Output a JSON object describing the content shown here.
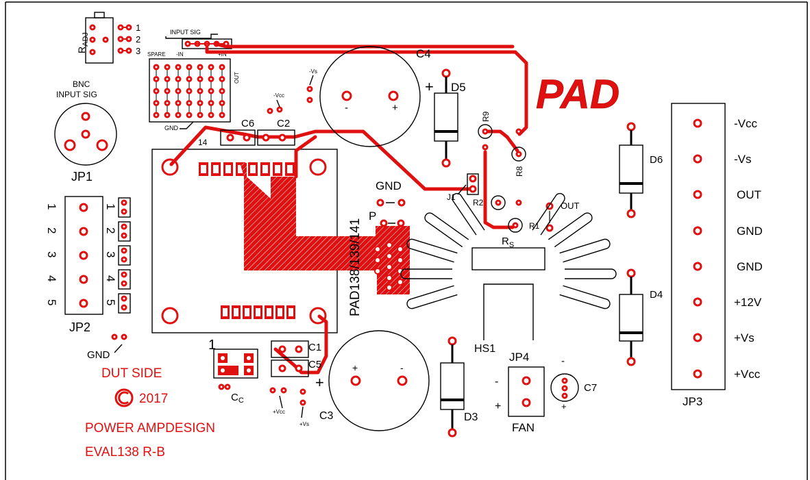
{
  "board": {
    "logo": "PAD",
    "side_label": "DUT SIDE",
    "copyright_year": "2017",
    "company": "POWER AMPDESIGN",
    "board_id": "EVAL138 R-B",
    "device_label": "PAD138/139/141"
  },
  "labels": {
    "radj_r": "R",
    "radj_sub": "ADJ",
    "radj_pins": [
      "1",
      "2",
      "3"
    ],
    "input_sig": "INPUT SIG",
    "spare": "SPARE",
    "minus_in": "-IN",
    "plus_in": "+IN",
    "out_small": "OUT",
    "gnd_small": "GND",
    "bnc_line1": "BNC",
    "bnc_line2": "INPUT SIG",
    "jp1": "JP1",
    "jp2": "JP2",
    "jp2_pins": [
      "1",
      "2",
      "3",
      "4",
      "5"
    ],
    "gnd_bottom": "GND",
    "c4": "C4",
    "c6": "C6",
    "c2": "C2",
    "vs_minus": "-Vs",
    "vcc_minus": "-Vcc",
    "d5": "D5",
    "plus_sign": "+",
    "minus_sign": "-",
    "r9": "R9",
    "r8": "R8",
    "gnd_mid": "GND",
    "j1": "J1",
    "r2": "R2",
    "r1": "R1",
    "out_mid": "OUT",
    "rs_r": "R",
    "rs_sub": "S",
    "p": "P",
    "pin14": "14",
    "pin1": "1",
    "c1": "C1",
    "c5": "C5",
    "cc_c": "C",
    "cc_sub": "C",
    "vcc_plus": "+Vcc",
    "vs_plus": "+Vs",
    "c3": "C3",
    "d3": "D3",
    "hs1": "HS1",
    "jp4": "JP4",
    "fan": "FAN",
    "c7": "C7",
    "d6": "D6",
    "d4": "D4",
    "jp3": "JP3",
    "jp3_pins": [
      "-Vcc",
      "-Vs",
      "OUT",
      "GND",
      "GND",
      "+12V",
      "+Vs",
      "+Vcc"
    ]
  },
  "colors": {
    "copper": "#e01010",
    "silk": "#000000",
    "background": "#ffffff"
  }
}
